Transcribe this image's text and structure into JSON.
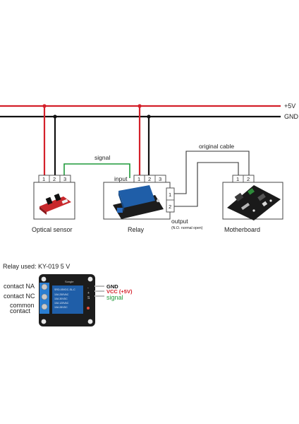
{
  "rails": {
    "plus5v": "+5V",
    "gnd": "GND"
  },
  "labels": {
    "signal": "signal",
    "original_cable": "original cable",
    "input": "input",
    "output": "output",
    "output_note": "(N.O. normal open)",
    "optical_sensor": "Optical sensor",
    "relay": "Relay",
    "motherboard": "Motherboard"
  },
  "pins": {
    "sensor": [
      "1",
      "2",
      "3"
    ],
    "relay_input": [
      "1",
      "2",
      "3"
    ],
    "relay_output": [
      "1",
      "2"
    ],
    "motherboard": [
      "1",
      "2"
    ]
  },
  "relay_detail": {
    "title": "Relay used: KY-019 5 V",
    "left_labels": [
      "contact NA",
      "contact NC",
      "common",
      "contact"
    ],
    "right_labels": {
      "gnd": "GND",
      "vcc": "VCC (+5V)",
      "signal": "signal"
    },
    "minus_mark": "-",
    "plus_mark": "+",
    "s_mark": "S",
    "board_text": "Songle",
    "relay_text": [
      "SRD-05VDC-SL-C",
      "10A 250VAC",
      "10A 30VDC",
      "10A 125VAC",
      "10A 28VDC"
    ]
  },
  "colors": {
    "plus5v": "#d4202a",
    "gnd": "#111111",
    "signal": "#1f9a3a",
    "relay_blue": "#1f5ea8",
    "board": "#1c1c1c"
  }
}
